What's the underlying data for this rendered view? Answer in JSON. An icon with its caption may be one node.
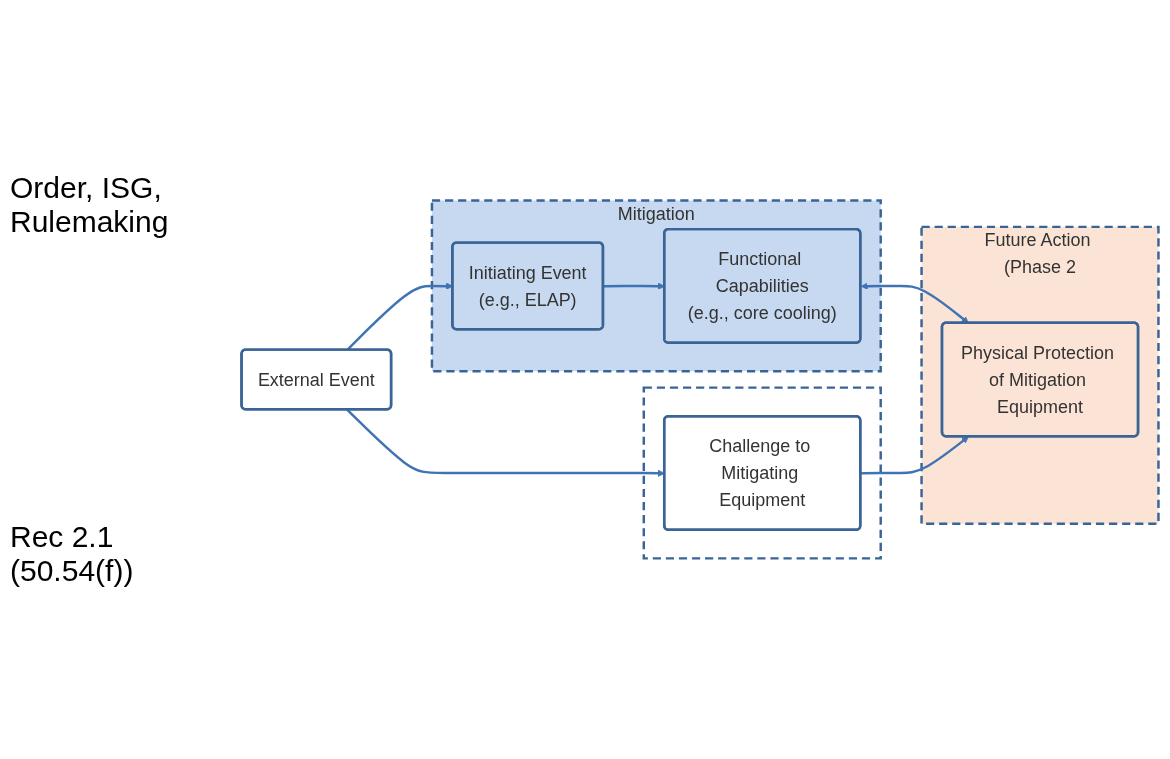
{
  "diagram": {
    "nodes": [
      {
        "text": [
          "Mitigation"
        ]
      },
      {
        "text": [
          "Initiating Event",
          "(e.g., ELAP)"
        ],
        "in": 0
      },
      {
        "text": [
          "Functional Capabilities",
          "(e.g., core cooling)"
        ],
        "in": 0
      },
      {
        "text": [
          "External Event"
        ]
      },
      {
        "text": [],
        "shape": "box"
      },
      {
        "text": [
          "Challenge to Mitigating Equipment"
        ],
        "in": 4
      },
      {
        "text": [
          "Future Action (Phase 2"
        ]
      },
      {
        "text": [
          "Physical Protection of Mitigation Equipment"
        ],
        "in": 6
      }
    ],
    "edges": [
      {
        "from": 3,
        "to": 1,
        "arrow": "to"
      },
      {
        "from": 1,
        "to": 2,
        "arrow": "to"
      },
      {
        "from": 3,
        "to": 5,
        "arrow": "to"
      },
      {
        "from": 2,
        "to": 7,
        "arrow": "both"
      },
      {
        "from": 5,
        "to": 7,
        "arrow": "to"
      }
    ],
    "labels": [
      "Order, ISG, Rulemaking",
      "Rec 2.1 (50.54(f))"
    ]
  }
}
